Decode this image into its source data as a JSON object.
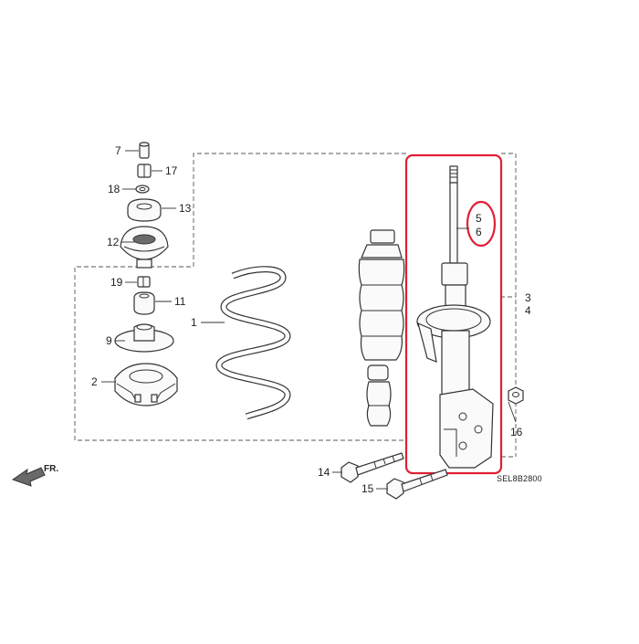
{
  "diagram": {
    "code": "SEL8B2800",
    "direction_label": "FR.",
    "callouts": [
      {
        "id": "c7",
        "text": "7"
      },
      {
        "id": "c17",
        "text": "17"
      },
      {
        "id": "c18",
        "text": "18"
      },
      {
        "id": "c13",
        "text": "13"
      },
      {
        "id": "c12",
        "text": "12"
      },
      {
        "id": "c19",
        "text": "19"
      },
      {
        "id": "c11",
        "text": "11"
      },
      {
        "id": "c9",
        "text": "9"
      },
      {
        "id": "c2",
        "text": "2"
      },
      {
        "id": "c1",
        "text": "1"
      },
      {
        "id": "c5",
        "text": "5"
      },
      {
        "id": "c6",
        "text": "6"
      },
      {
        "id": "c3",
        "text": "3"
      },
      {
        "id": "c4",
        "text": "4"
      },
      {
        "id": "c16",
        "text": "16"
      },
      {
        "id": "c14",
        "text": "14"
      },
      {
        "id": "c15",
        "text": "15"
      }
    ],
    "colors": {
      "highlight": "#e02034",
      "line": "#333333",
      "background": "#ffffff"
    }
  }
}
